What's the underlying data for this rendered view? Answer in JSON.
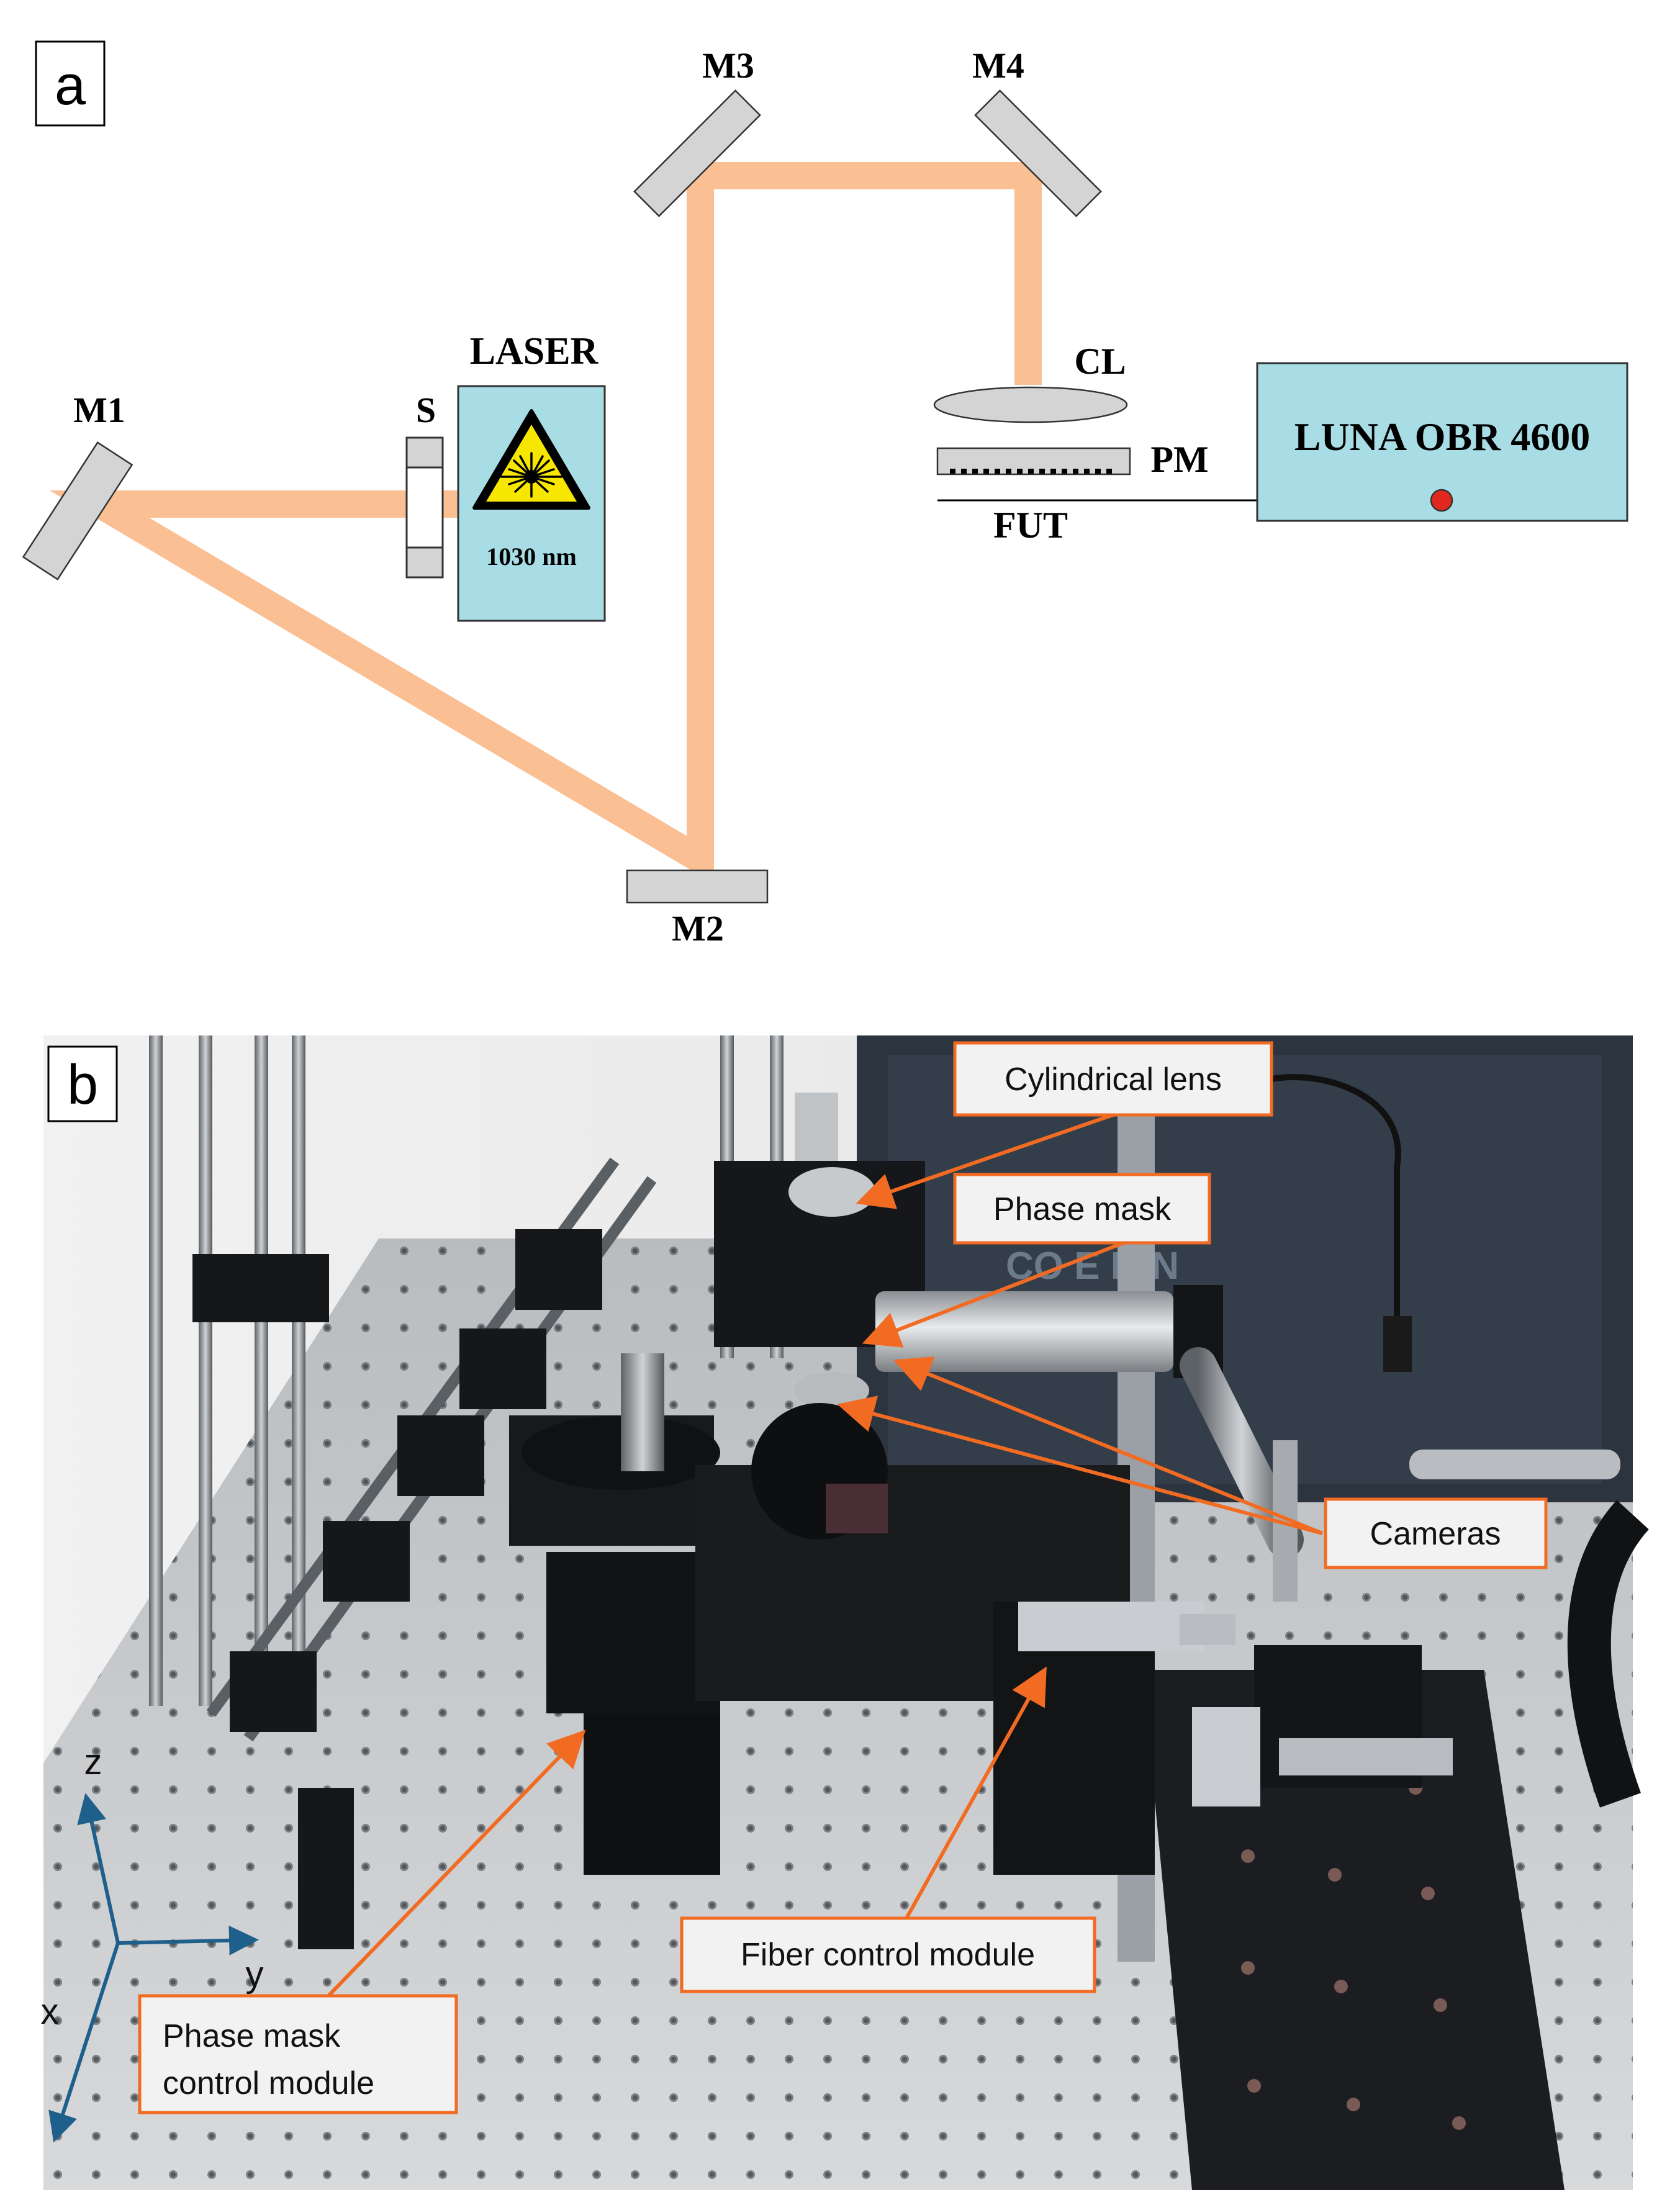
{
  "panel_a": {
    "tag": "a",
    "mirrors": {
      "m1": "M1",
      "m2": "M2",
      "m3": "M3",
      "m4": "M4"
    },
    "laser": {
      "label": "LASER",
      "wavelength": "1030 nm"
    },
    "shutter": "S",
    "cylindrical_lens": "CL",
    "phase_mask": "PM",
    "fiber": "FUT",
    "interrogator": "LUNA OBR 4600",
    "colors": {
      "beam": "#fbbf94",
      "box": "#a8dde6",
      "mirror": "#d4d4d4",
      "warning": "#f7e600",
      "connector": "#e0281e"
    }
  },
  "panel_b": {
    "tag": "b",
    "callouts": {
      "cylindrical_lens": "Cylindrical lens",
      "phase_mask": "Phase mask",
      "cameras": "Cameras",
      "fiber_control": "Fiber control module",
      "phase_mask_control_line1": "Phase mask",
      "phase_mask_control_line2": "control module"
    },
    "axes": {
      "z": "z",
      "y": "y",
      "x": "x"
    },
    "colors": {
      "callout_border": "#f26b22",
      "arrow": "#f26b22",
      "axis": "#1f5f8b"
    }
  }
}
